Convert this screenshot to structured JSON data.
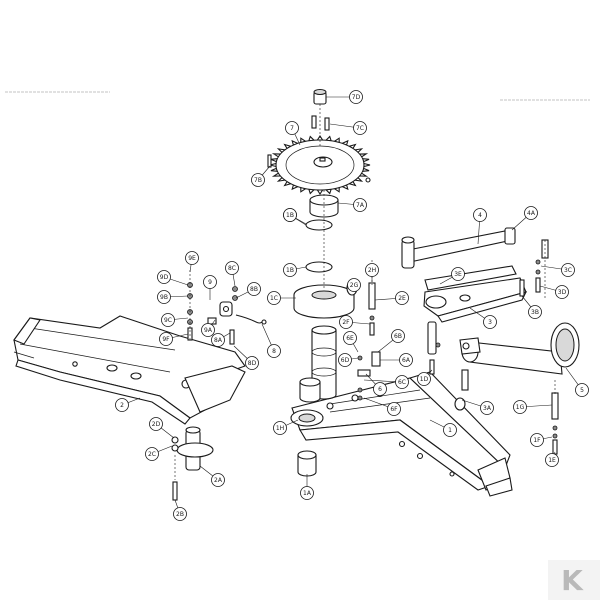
{
  "diagram": {
    "parts": [
      {
        "id": "main_beam_right",
        "label": "1"
      },
      {
        "id": "pivot_bushing",
        "label": "1A"
      },
      {
        "id": "bolt_1b",
        "label": "1B"
      },
      {
        "id": "spindle_tube",
        "label": "1C"
      },
      {
        "id": "washer_1d",
        "label": "1D"
      },
      {
        "id": "nut_1e",
        "label": "1E"
      },
      {
        "id": "washer_1f",
        "label": "1F"
      },
      {
        "id": "bolt_1g",
        "label": "1G"
      },
      {
        "id": "bushing_1h",
        "label": "1H"
      },
      {
        "id": "arm_left",
        "label": "2"
      },
      {
        "id": "pin_2a",
        "label": "2A"
      },
      {
        "id": "bolt_2b",
        "label": "2B"
      },
      {
        "id": "washer_2c",
        "label": "2C"
      },
      {
        "id": "nut_2d",
        "label": "2D"
      },
      {
        "id": "pin_2e",
        "label": "2E"
      },
      {
        "id": "bolt_2f",
        "label": "2F"
      },
      {
        "id": "clip_2g",
        "label": "2G"
      },
      {
        "id": "pin_2h",
        "label": "2H"
      },
      {
        "id": "link_arm",
        "label": "3"
      },
      {
        "id": "pin_3a",
        "label": "3A"
      },
      {
        "id": "bolt_3b",
        "label": "3B"
      },
      {
        "id": "washer_3c",
        "label": "3C"
      },
      {
        "id": "nut_3d",
        "label": "3D"
      },
      {
        "id": "spacer_3e",
        "label": "3E"
      },
      {
        "id": "tie_rod",
        "label": "4"
      },
      {
        "id": "bolt_4a",
        "label": "4A"
      },
      {
        "id": "cylinder",
        "label": "5"
      },
      {
        "id": "bracket_6",
        "label": "6"
      },
      {
        "id": "sleeve_6a",
        "label": "6A"
      },
      {
        "id": "bolt_6b",
        "label": "6B"
      },
      {
        "id": "washer_6c",
        "label": "6C"
      },
      {
        "id": "nut_6d",
        "label": "6D"
      },
      {
        "id": "washer_6e",
        "label": "6E"
      },
      {
        "id": "washer_6f",
        "label": "6F"
      },
      {
        "id": "sprocket",
        "label": "7"
      },
      {
        "id": "hub_7a",
        "label": "7A"
      },
      {
        "id": "bolt_7b",
        "label": "7B"
      },
      {
        "id": "key_7c",
        "label": "7C"
      },
      {
        "id": "cap_7d",
        "label": "7D"
      },
      {
        "id": "spring_8",
        "label": "8"
      },
      {
        "id": "bolt_8a",
        "label": "8A"
      },
      {
        "id": "washer_8b",
        "label": "8B"
      },
      {
        "id": "nut_8c",
        "label": "8C"
      },
      {
        "id": "pin_8d",
        "label": "8D"
      },
      {
        "id": "plate_9",
        "label": "9"
      },
      {
        "id": "bolt_9a",
        "label": "9A"
      },
      {
        "id": "washer_9b",
        "label": "9B"
      },
      {
        "id": "nut_9c",
        "label": "9C"
      },
      {
        "id": "washer_9d",
        "label": "9D"
      },
      {
        "id": "nut_9e",
        "label": "9E"
      },
      {
        "id": "bolt_9f",
        "label": "9F"
      },
      {
        "id": "oring_1b_top",
        "label": "1B"
      },
      {
        "id": "oring_1b_bottom",
        "label": "1B"
      }
    ],
    "brand_mark": "K"
  }
}
